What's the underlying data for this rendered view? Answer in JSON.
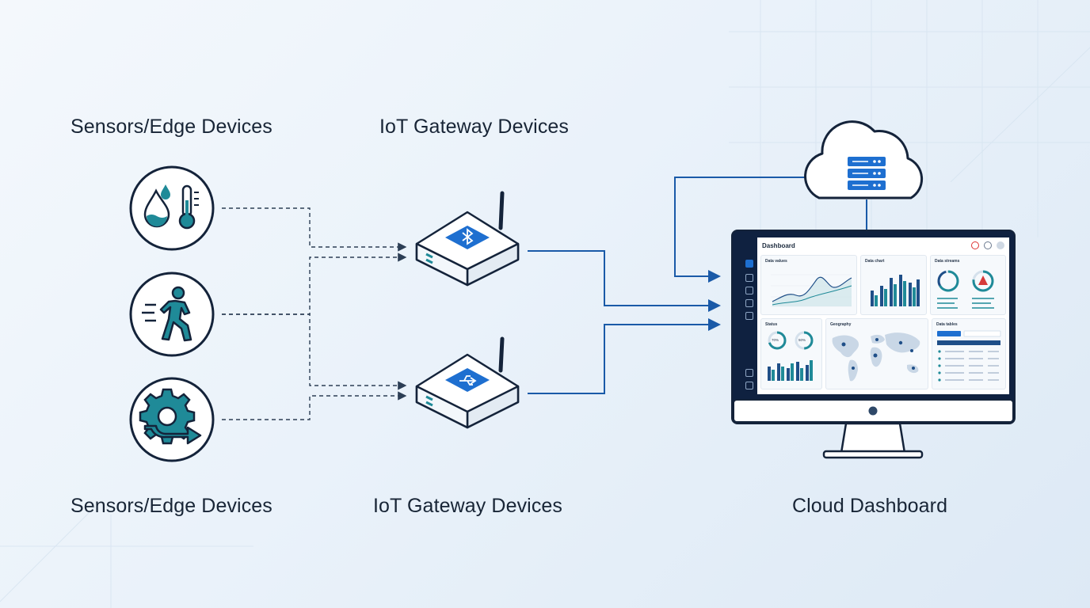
{
  "labels": {
    "sensors_top": "Sensors/Edge Devices",
    "gateways_top": "IoT Gateway Devices",
    "sensors_bottom": "Sensors/Edge Devices",
    "gateways_bottom": "IoT Gateway Devices",
    "cloud_bottom": "Cloud Dashboard"
  },
  "sensors": [
    {
      "icon": "water-temperature-icon"
    },
    {
      "icon": "motion-walking-person-icon"
    },
    {
      "icon": "gear-process-icon"
    }
  ],
  "gateways": [
    {
      "icon": "bluetooth-icon"
    },
    {
      "icon": "usb-icon"
    }
  ],
  "cloud": {
    "icon": "cloud-server-icon"
  },
  "dashboard": {
    "title": "Dashboard",
    "cards": {
      "data_values": "Data values",
      "data_chart": "Data chart",
      "data_streams": "Data streams",
      "status": "Status",
      "geography": "Geography",
      "data_tables": "Data tables"
    },
    "status_values": [
      "70%",
      "50%"
    ]
  },
  "colors": {
    "teal": "#1f8a98",
    "navy": "#0f2140",
    "blue": "#1e6fd0",
    "line": "#1a5aa8",
    "dashed": "#2c3e55"
  }
}
